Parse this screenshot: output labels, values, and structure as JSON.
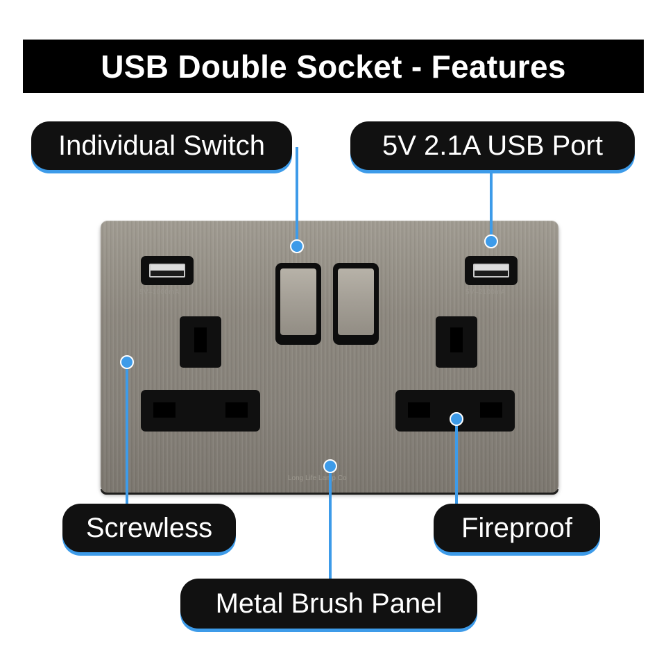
{
  "title": "USB Double Socket - Features",
  "labels": {
    "individual_switch": "Individual Switch",
    "usb_port": "5V 2.1A USB Port",
    "screwless": "Screwless",
    "fireproof": "Fireproof",
    "metal_brush_panel": "Metal Brush Panel"
  },
  "socket": {
    "left_usb_caption": "5V–1000mA",
    "right_usb_caption": "5V–2100mA",
    "brand": "Long Life Lamp Co"
  },
  "colors": {
    "accent": "#3d9be9",
    "label_bg": "#111111",
    "title_bg": "#000000"
  }
}
